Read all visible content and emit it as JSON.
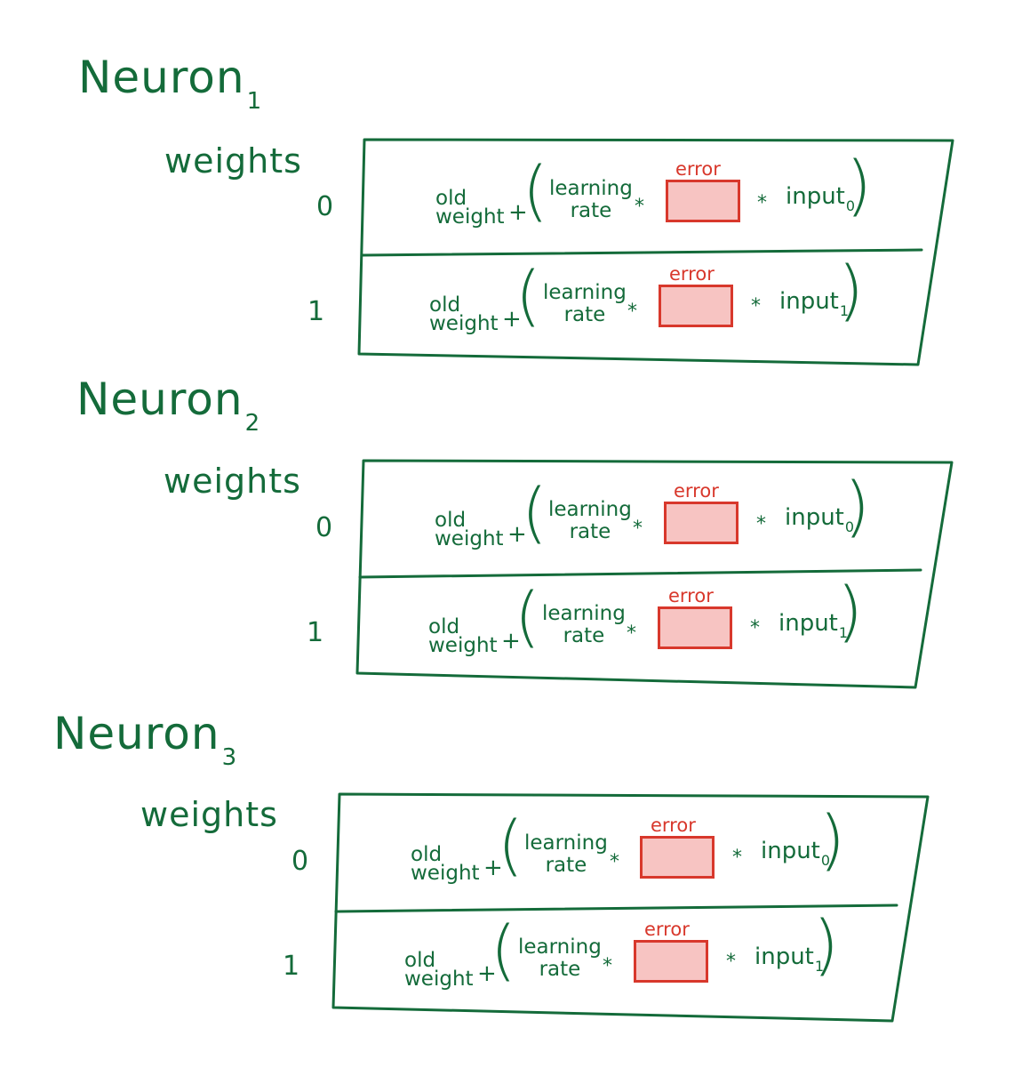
{
  "colors": {
    "ink": "#146b3a",
    "error_ink": "#d8382c",
    "error_fill": "#f7c4c2"
  },
  "neurons": [
    {
      "title": "Neuron",
      "subscript": "1",
      "weights_label": "weights",
      "rows": [
        {
          "index": "0",
          "old_weight": [
            "old",
            "weight"
          ],
          "plus": "+",
          "open_paren": "(",
          "learning_rate": [
            "learning",
            "rate"
          ],
          "star1": "*",
          "error_label": "error",
          "star2": "*",
          "input": "input",
          "input_sub": "0",
          "close_paren": ")"
        },
        {
          "index": "1",
          "old_weight": [
            "old",
            "weight"
          ],
          "plus": "+",
          "open_paren": "(",
          "learning_rate": [
            "learning",
            "rate"
          ],
          "star1": "*",
          "error_label": "error",
          "star2": "*",
          "input": "input",
          "input_sub": "1",
          "close_paren": ")"
        }
      ]
    },
    {
      "title": "Neuron",
      "subscript": "2",
      "weights_label": "weights",
      "rows": [
        {
          "index": "0",
          "old_weight": [
            "old",
            "weight"
          ],
          "plus": "+",
          "open_paren": "(",
          "learning_rate": [
            "learning",
            "rate"
          ],
          "star1": "*",
          "error_label": "error",
          "star2": "*",
          "input": "input",
          "input_sub": "0",
          "close_paren": ")"
        },
        {
          "index": "1",
          "old_weight": [
            "old",
            "weight"
          ],
          "plus": "+",
          "open_paren": "(",
          "learning_rate": [
            "learning",
            "rate"
          ],
          "star1": "*",
          "error_label": "error",
          "star2": "*",
          "input": "input",
          "input_sub": "1",
          "close_paren": ")"
        }
      ]
    },
    {
      "title": "Neuron",
      "subscript": "3",
      "weights_label": "weights",
      "rows": [
        {
          "index": "0",
          "old_weight": [
            "old",
            "weight"
          ],
          "plus": "+",
          "open_paren": "(",
          "learning_rate": [
            "learning",
            "rate"
          ],
          "star1": "*",
          "error_label": "error",
          "star2": "*",
          "input": "input",
          "input_sub": "0",
          "close_paren": ")"
        },
        {
          "index": "1",
          "old_weight": [
            "old",
            "weight"
          ],
          "plus": "+",
          "open_paren": "(",
          "learning_rate": [
            "learning",
            "rate"
          ],
          "star1": "*",
          "error_label": "error",
          "star2": "*",
          "input": "input",
          "input_sub": "1",
          "close_paren": ")"
        }
      ]
    }
  ]
}
